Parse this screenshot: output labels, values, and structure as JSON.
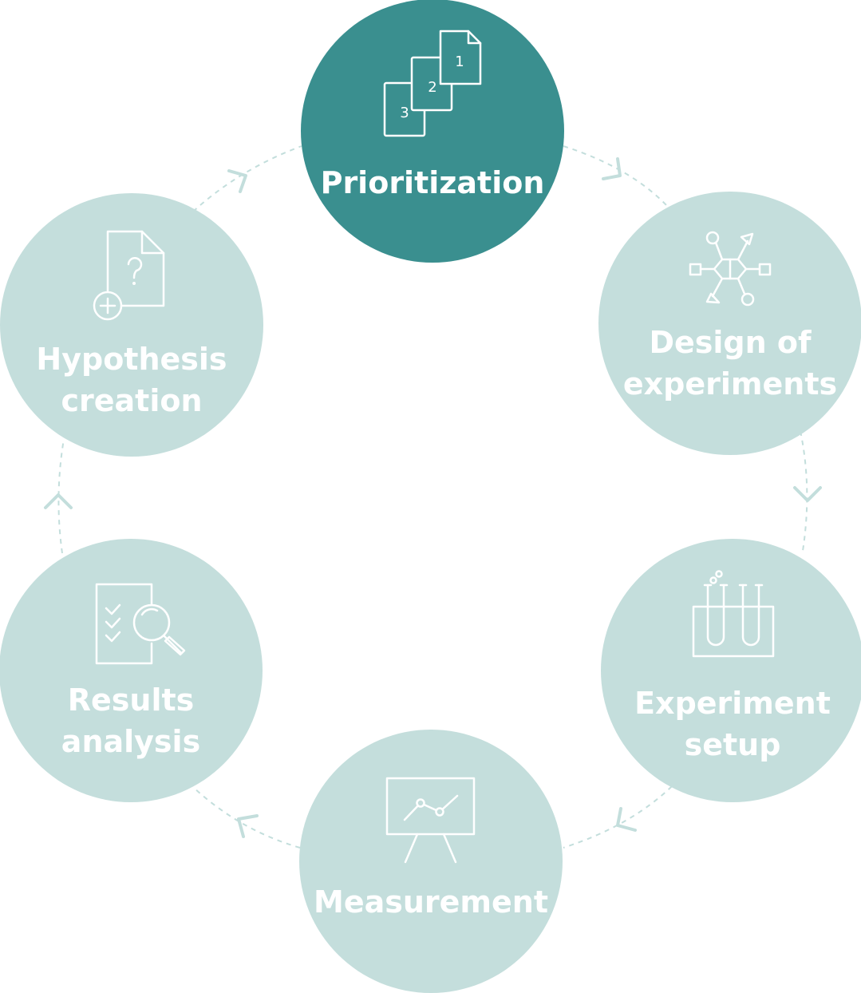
{
  "colors": {
    "active_stage": "#3a8f8f",
    "inactive_stage": "#c4dedc",
    "connector": "#c3dedc",
    "label": "#ffffff"
  },
  "stages": [
    {
      "id": "prioritization",
      "label_lines": [
        "Prioritization"
      ],
      "icon": "numbered-documents-icon",
      "active": true,
      "doc_numbers": [
        "1",
        "2",
        "3"
      ]
    },
    {
      "id": "design-of-experiments",
      "label_lines": [
        "Design of",
        "experiments"
      ],
      "icon": "molecule-structure-icon",
      "active": false
    },
    {
      "id": "experiment-setup",
      "label_lines": [
        "Experiment",
        "setup"
      ],
      "icon": "test-tubes-icon",
      "active": false
    },
    {
      "id": "measurement",
      "label_lines": [
        "Measurement"
      ],
      "icon": "presentation-chart-icon",
      "active": false
    },
    {
      "id": "results-analysis",
      "label_lines": [
        "Results",
        "analysis"
      ],
      "icon": "checklist-magnifier-icon",
      "active": false
    },
    {
      "id": "hypothesis-creation",
      "label_lines": [
        "Hypothesis",
        "creation"
      ],
      "icon": "new-question-document-icon",
      "active": false
    }
  ]
}
